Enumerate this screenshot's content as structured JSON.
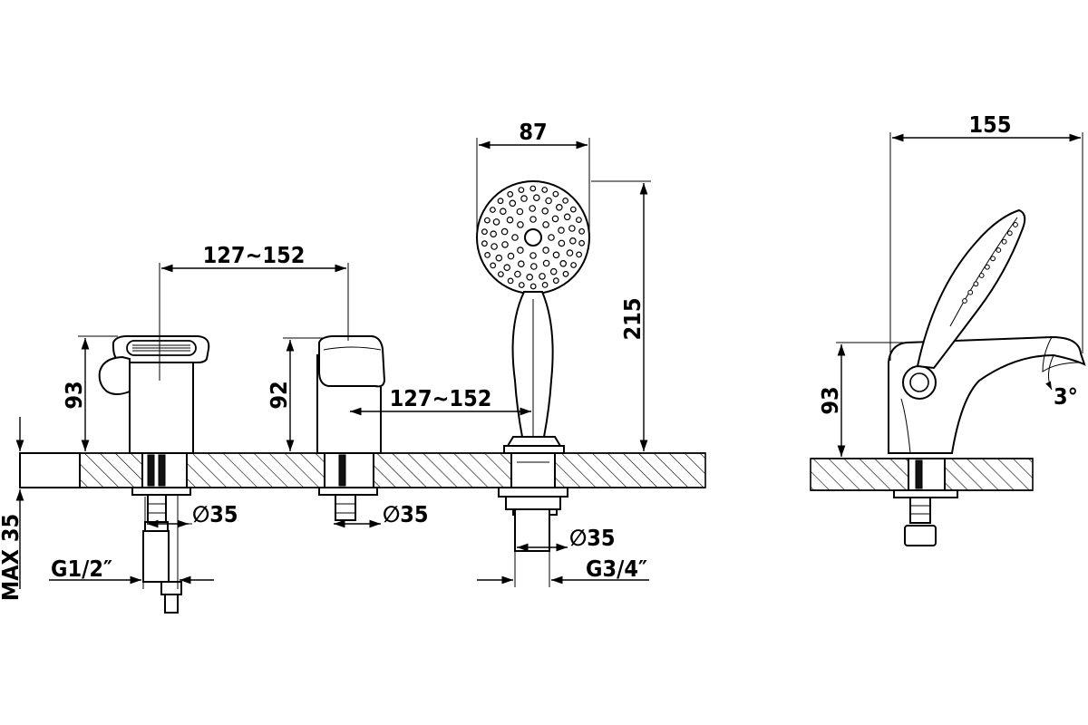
{
  "dimensions": {
    "handshower_width": "87",
    "side_projection": "155",
    "valve_spacing_top": "127~152",
    "valve_spacing_mid": "127~152",
    "shower_height": "215",
    "handle_left_height": "93",
    "handle_right_height": "92",
    "side_height": "93",
    "diameter_left": "∅35",
    "diameter_mid": "∅35",
    "diameter_shower": "∅35",
    "thread_left": "G1/2″",
    "thread_shower": "G3/4″",
    "deck_max": "MAX 35",
    "spout_angle": "3°"
  }
}
